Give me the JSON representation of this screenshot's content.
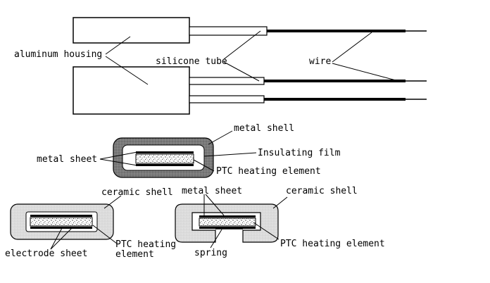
{
  "top_assembly": {
    "labels": {
      "aluminum_housing": "aluminum housing",
      "silicone_tube": "silicone tube",
      "wire": "wire"
    }
  },
  "cross_section_1": {
    "labels": {
      "metal_shell": "metal shell",
      "insulating_film": "Insulating film",
      "metal_sheet": "metal sheet",
      "ptc_heating_element": "PTC heating element"
    }
  },
  "cross_section_2": {
    "labels": {
      "ceramic_shell": "ceramic shell",
      "electrode_sheet": "electrode sheet",
      "ptc_heating_line1": "PTC heating",
      "ptc_heating_line2": "element"
    }
  },
  "cross_section_3": {
    "labels": {
      "metal_sheet": "metal sheet",
      "ceramic_shell": "ceramic shell",
      "ptc_heating_element": "PTC heating element",
      "spring": "spring"
    }
  }
}
